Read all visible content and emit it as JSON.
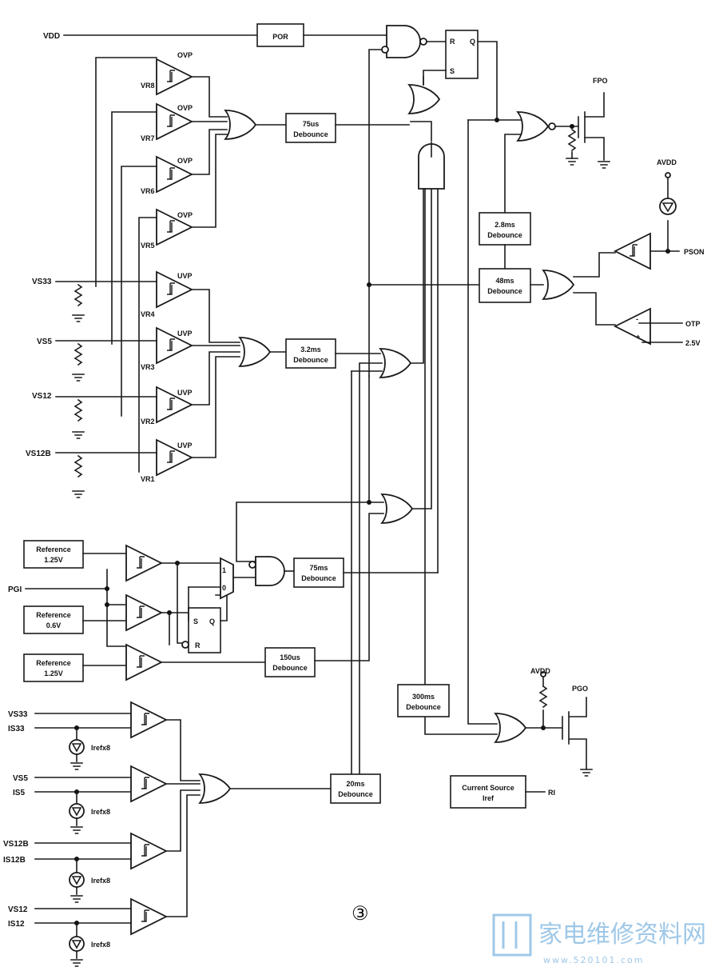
{
  "title_marker": "③",
  "comparator_labels": {
    "ovp": "OVP",
    "uvp": "UVP",
    "vr8": "VR8",
    "vr7": "VR7",
    "vr6": "VR6",
    "vr5": "VR5",
    "vr4": "VR4",
    "vr3": "VR3",
    "vr2": "VR2",
    "vr1": "VR1",
    "plus": "+",
    "minus": "-"
  },
  "inputs": {
    "vdd": "VDD",
    "vs33": "VS33",
    "vs5": "VS5",
    "vs12": "VS12",
    "vs12b": "VS12B",
    "pgi": "PGI",
    "vs33_b": "VS33",
    "is33": "IS33",
    "vs5_b": "VS5",
    "is5": "IS5",
    "vs12b_b": "VS12B",
    "is12b": "IS12B",
    "vs12_b": "VS12",
    "is12": "IS12"
  },
  "outputs": {
    "fpo": "FPO",
    "pgo": "PGO",
    "pson": "PSON",
    "otp": "OTP",
    "v25": "2.5V",
    "avdd1": "AVDD",
    "avdd2": "AVDD",
    "ri": "RI"
  },
  "blocks": {
    "por": "POR",
    "deb_75us_1": "75us",
    "deb_75us_2": "Debounce",
    "deb_32ms_1": "3.2ms",
    "deb_32ms_2": "Debounce",
    "deb_28ms_1": "2.8ms",
    "deb_28ms_2": "Debounce",
    "deb_48ms_1": "48ms",
    "deb_48ms_2": "Debounce",
    "deb_75ms_1": "75ms",
    "deb_75ms_2": "Debounce",
    "deb_150us_1": "150us",
    "deb_150us_2": "Debounce",
    "deb_300ms_1": "300ms",
    "deb_300ms_2": "Debounce",
    "deb_20ms_1": "20ms",
    "deb_20ms_2": "Debounce",
    "ref1_1": "Reference",
    "ref1_2": "1.25V",
    "ref2_1": "Reference",
    "ref2_2": "0.6V",
    "ref3_1": "Reference",
    "ref3_2": "1.25V",
    "cs_1": "Current Source",
    "cs_2": "Iref",
    "irefx8": "Irefx8"
  },
  "latch_labels": {
    "r": "R",
    "q": "Q",
    "s": "S",
    "one": "1",
    "zero": "0"
  },
  "watermark": {
    "cn": "家电维修资料网",
    "url": "www.520101.com"
  }
}
